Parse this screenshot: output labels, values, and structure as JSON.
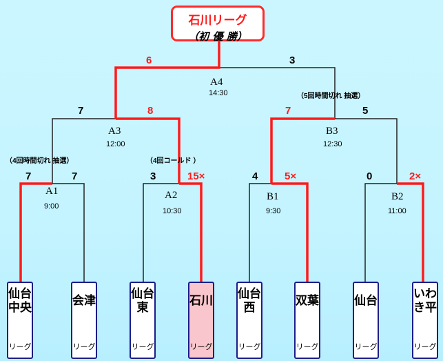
{
  "title": {
    "main": "石川リーグ",
    "sub": "（初 優 勝）"
  },
  "matches": [
    {
      "id": "a1",
      "name": "A1",
      "time": "9:00",
      "left": "7",
      "right": "7",
      "note": "（4回時間切れ 抽選）"
    },
    {
      "id": "a2",
      "name": "A2",
      "time": "10:30",
      "left": "3",
      "right": "15×",
      "note": "（4回コールド ）"
    },
    {
      "id": "b1",
      "name": "B1",
      "time": "9:30",
      "left": "4",
      "right": "5×"
    },
    {
      "id": "b2",
      "name": "B2",
      "time": "11:00",
      "left": "0",
      "right": "2×"
    },
    {
      "id": "a3",
      "name": "A3",
      "time": "12:00",
      "left": "7",
      "right": "8"
    },
    {
      "id": "b3",
      "name": "B3",
      "time": "12:30",
      "left": "7",
      "right": "5",
      "note": "（5回時間切れ 抽選）"
    },
    {
      "id": "a4",
      "name": "A4",
      "time": "14:30",
      "left": "6",
      "right": "3"
    }
  ],
  "teams": [
    {
      "name": "仙台中央",
      "league": "リーグ"
    },
    {
      "name": "会津",
      "league": "リーグ"
    },
    {
      "name": "仙台東",
      "league": "リーグ"
    },
    {
      "name": "石川",
      "league": "リーグ"
    },
    {
      "name": "仙台西",
      "league": "リーグ"
    },
    {
      "name": "双葉",
      "league": "リーグ"
    },
    {
      "name": "仙台",
      "league": "リーグ"
    },
    {
      "name": "いわき平",
      "league": "リーグ"
    }
  ],
  "colors": {
    "winner_line": "#ff1a1a",
    "line": "#222222",
    "title_border": "#ff2a2a",
    "team_border": "#1c1c8a",
    "champion_fill": "#f8c6cc"
  }
}
